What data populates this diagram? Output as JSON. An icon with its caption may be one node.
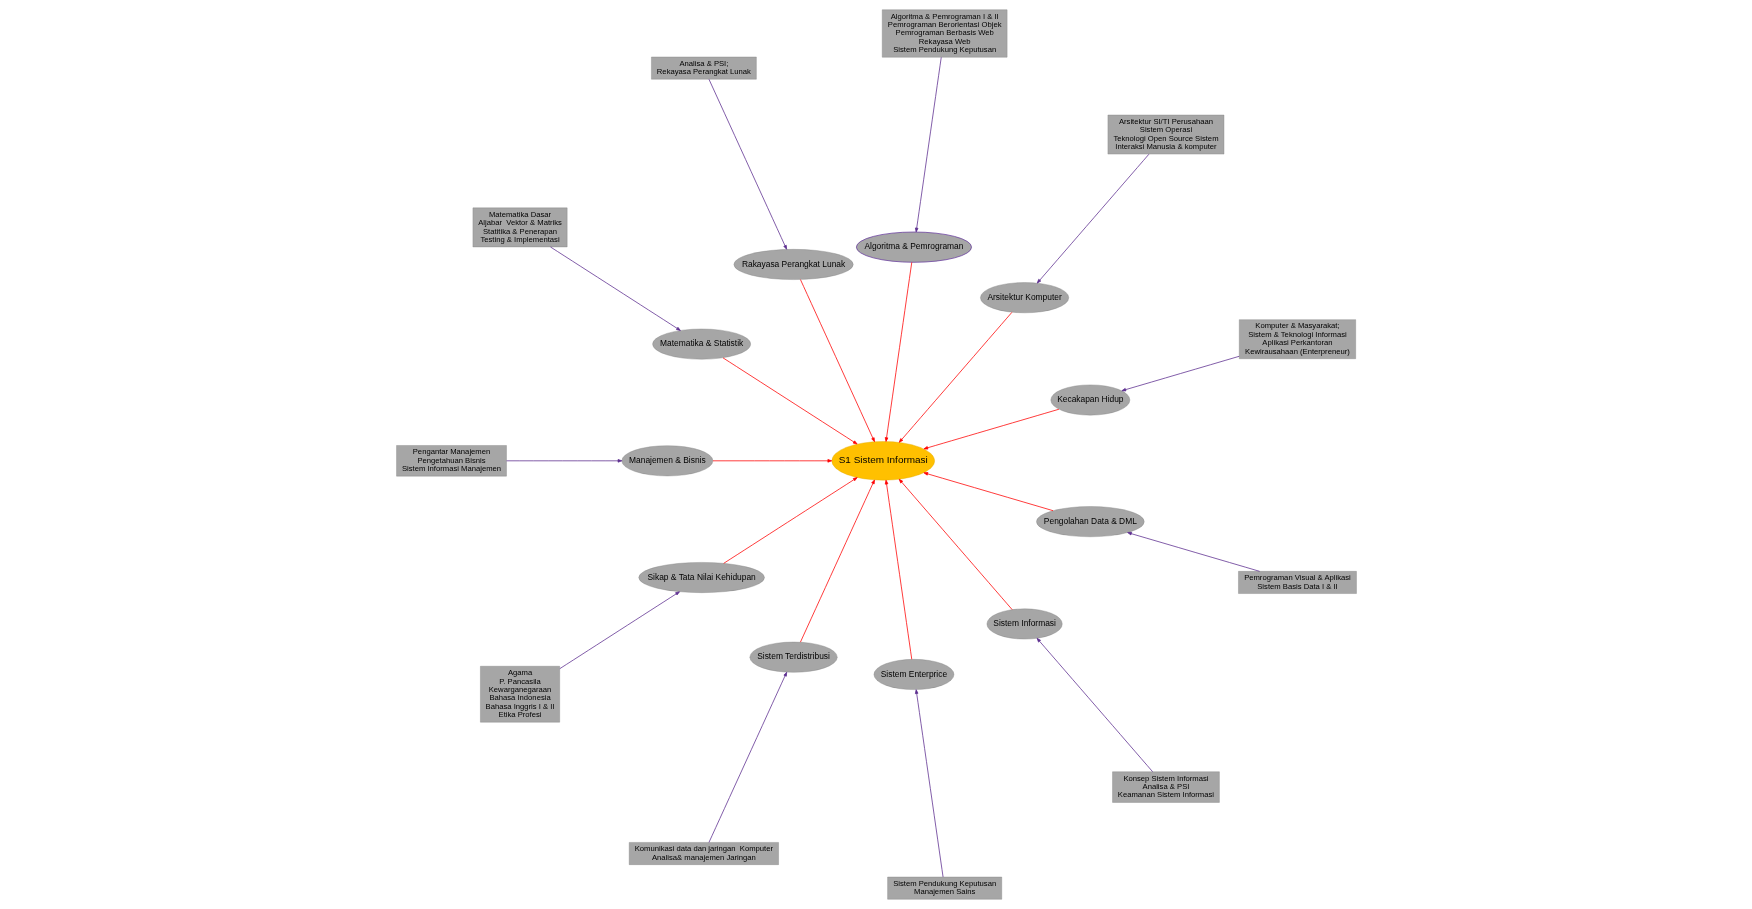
{
  "diagram": {
    "nodes": [
      {
        "text": [
          "Komputer & Masyarakat;",
          "Sistem & Teknologi Informasi",
          "Aplikasi Perkantoran",
          "Kewirausahaan (Enterpreneur)"
        ]
      },
      {
        "text": [
          "Arsitektur SI/TI Perusahaan",
          "Sistem Operasi",
          "Teknologi Open Source Sistem",
          "Interaksi Manusia & komputer"
        ]
      },
      {
        "text": [
          "Algoritma & Pemrograman I & II",
          "Pemrograman Berorientasi Objek",
          "Pemrograman Berbasis Web",
          "Rekayasa Web",
          "Sistem Pendukung Keputusan"
        ]
      },
      {
        "text": [
          "Kecakapan Hidup"
        ]
      },
      {
        "text": [
          "Arsitektur Komputer"
        ]
      },
      {
        "text": [
          "Analisa & PSI;",
          "Rekayasa Perangkat Lunak"
        ]
      },
      {
        "text": [
          "Algoritma & Pemrograman"
        ]
      },
      {
        "text": [
          "Rakayasa Perangkat Lunak"
        ]
      },
      {
        "text": [
          "Matematika Dasar",
          "Aljabar  Vektor & Matriks",
          "Statitika & Penerapan",
          "Testing & Implementasi"
        ]
      },
      {
        "text": [
          "Pengantar Manajemen",
          "Pengetahuan Bisnis",
          "Sistem Informasi Manajemen"
        ]
      },
      {
        "text": [
          "Matematika & Statistik"
        ]
      },
      {
        "text": [
          "S1 Sistem Informasi"
        ]
      },
      {
        "text": [
          "Manajemen & Bisnis"
        ]
      },
      {
        "text": [
          "Agama",
          "P. Pancasila",
          "Kewarganegaraan",
          "Bahasa Indonesia",
          "Bahasa Inggris I & II",
          "Etika Profesi"
        ]
      },
      {
        "text": [
          "Sikap & Tata Nilai Kehidupan"
        ]
      },
      {
        "text": [
          "Komunikasi data dan jaringan  Komputer",
          "Analisa& manajemen Jaringan"
        ]
      },
      {
        "text": [
          "Sistem Terdistribusi"
        ]
      },
      {
        "text": [
          "Sistem Enterprice"
        ]
      },
      {
        "text": [
          "Sistem Informasi"
        ]
      },
      {
        "text": [
          "Pengolahan Data & DML"
        ]
      },
      {
        "text": [
          "Sistem Pendukung Keputusan",
          "Manajemen Sains"
        ]
      },
      {
        "text": [
          "Konsep Sistem Informasi",
          "Analisa & PSI",
          "Keamanan Sistem Informasi"
        ]
      },
      {
        "text": [
          "Pemrograman Visual & Aplikasi",
          "Sistem Basis Data I & II"
        ]
      }
    ],
    "edges": [
      {
        "from": 0,
        "to": 3,
        "arrow": "to",
        "color": "#5b2c8f"
      },
      {
        "from": 1,
        "to": 4,
        "arrow": "to",
        "color": "#5b2c8f"
      },
      {
        "from": 2,
        "to": 6,
        "arrow": "to",
        "color": "#5b2c8f"
      },
      {
        "from": 5,
        "to": 7,
        "arrow": "to",
        "color": "#5b2c8f"
      },
      {
        "from": 8,
        "to": 10,
        "arrow": "to",
        "color": "#5b2c8f"
      },
      {
        "from": 9,
        "to": 12,
        "arrow": "to",
        "color": "#5b2c8f"
      },
      {
        "from": 13,
        "to": 14,
        "arrow": "to",
        "color": "#5b2c8f"
      },
      {
        "from": 15,
        "to": 16,
        "arrow": "to",
        "color": "#5b2c8f"
      },
      {
        "from": 20,
        "to": 17,
        "arrow": "to",
        "color": "#5b2c8f"
      },
      {
        "from": 21,
        "to": 18,
        "arrow": "to",
        "color": "#5b2c8f"
      },
      {
        "from": 22,
        "to": 19,
        "arrow": "to",
        "color": "#5b2c8f"
      },
      {
        "from": 3,
        "to": 11,
        "arrow": "to",
        "color": "#ff0000"
      },
      {
        "from": 4,
        "to": 11,
        "arrow": "to",
        "color": "#ff0000"
      },
      {
        "from": 6,
        "to": 11,
        "arrow": "to",
        "color": "#ff0000"
      },
      {
        "from": 7,
        "to": 11,
        "arrow": "to",
        "color": "#ff0000"
      },
      {
        "from": 10,
        "to": 11,
        "arrow": "to",
        "color": "#ff0000"
      },
      {
        "from": 12,
        "to": 11,
        "arrow": "to",
        "color": "#ff0000"
      },
      {
        "from": 14,
        "to": 11,
        "arrow": "to",
        "color": "#ff0000"
      },
      {
        "from": 16,
        "to": 11,
        "arrow": "to",
        "color": "#ff0000"
      },
      {
        "from": 17,
        "to": 11,
        "arrow": "to",
        "color": "#ff0000"
      },
      {
        "from": 18,
        "to": 11,
        "arrow": "to",
        "color": "#ff0000"
      },
      {
        "from": 19,
        "to": 11,
        "arrow": "to",
        "color": "#ff0000"
      }
    ]
  }
}
